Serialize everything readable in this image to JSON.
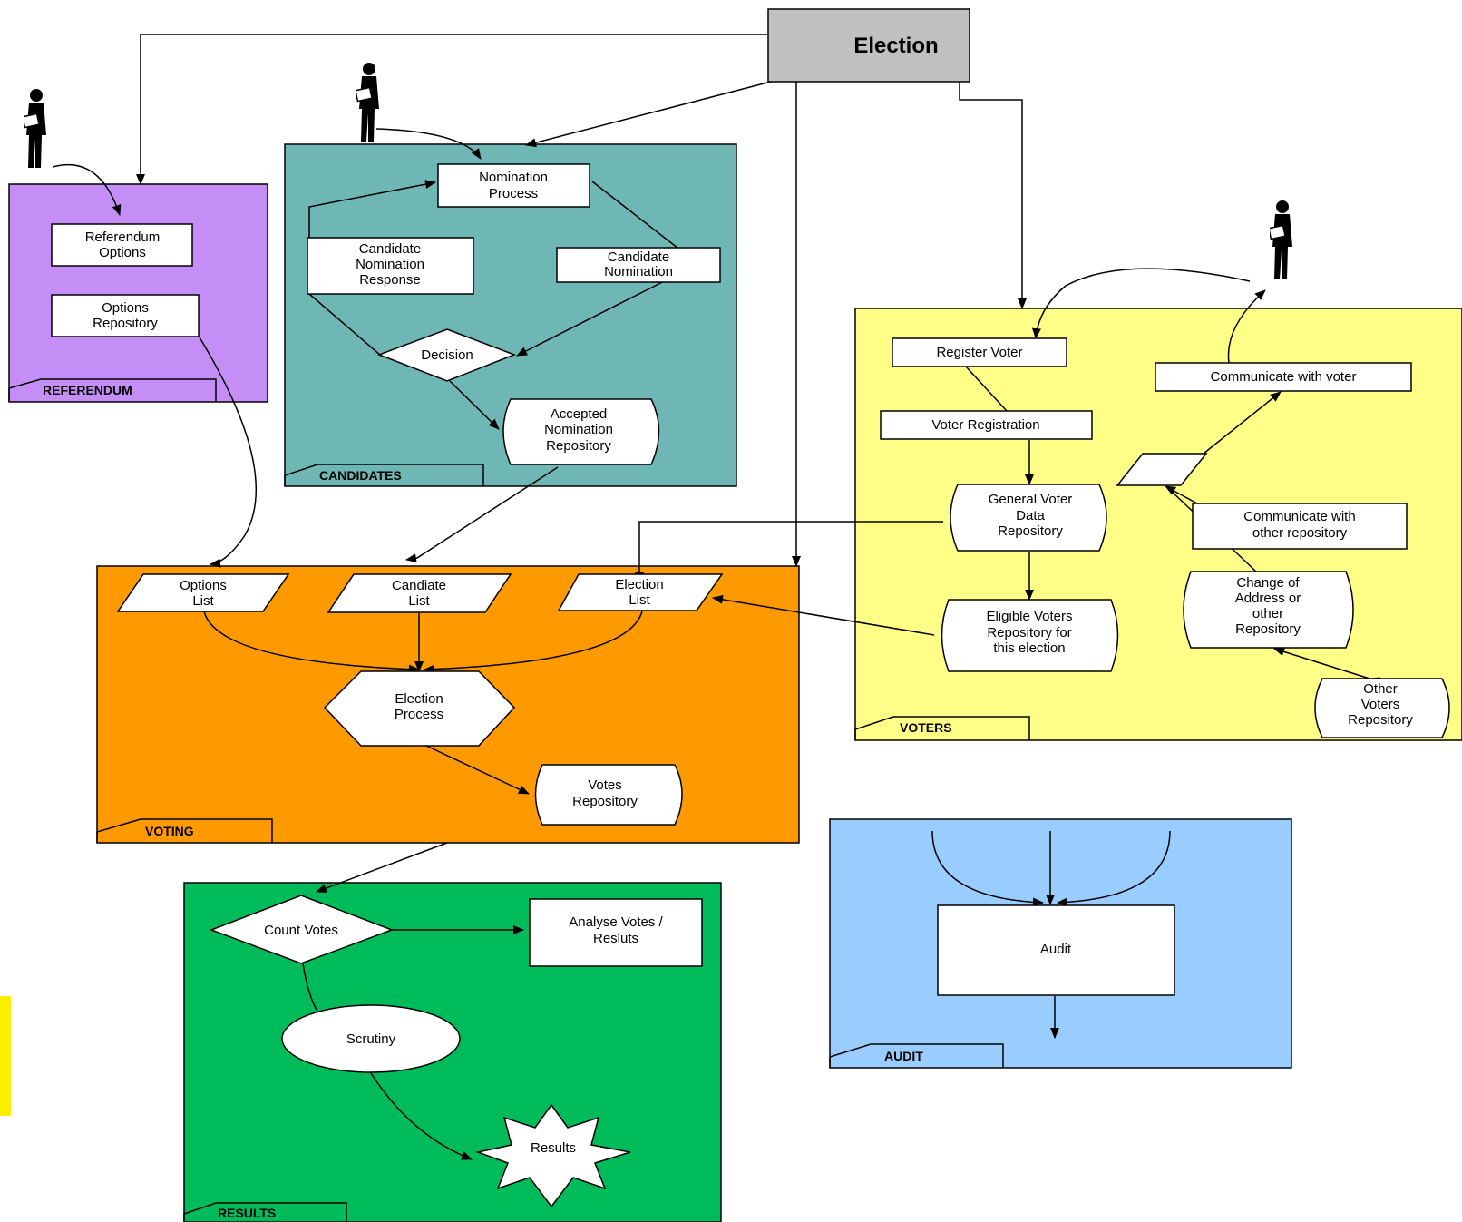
{
  "title": "Election",
  "colors": {
    "referendum": "#c58ef7",
    "candidates": "#6fb7b5",
    "voters": "#ffff88",
    "voting": "#ff9900",
    "results": "#00bb5a",
    "audit": "#99ccff",
    "election_box": "#c0c0c0",
    "side_mark": "#ffee00"
  },
  "sections": {
    "referendum": "REFERENDUM",
    "candidates": "CANDIDATES",
    "voters": "VOTERS",
    "voting": "VOTING",
    "results": "RESULTS",
    "audit": "AUDIT"
  },
  "nodes": {
    "referendum_options": [
      "Referendum",
      "Options"
    ],
    "options_repository": [
      "Options",
      "Repository"
    ],
    "nomination_process": [
      "Nomination",
      "Process"
    ],
    "candidate_nomination_response": [
      "Candidate",
      "Nomination",
      "Response"
    ],
    "candidate_nomination": [
      "Candidate",
      "Nomination"
    ],
    "decision": [
      "Decision"
    ],
    "accepted_nomination_repository": [
      "Accepted",
      "Nomination",
      "Repository"
    ],
    "register_voter": [
      "Register Voter"
    ],
    "communicate_with_voter": [
      "Communicate with voter"
    ],
    "voter_registration": [
      "Voter Registration"
    ],
    "general_voter_data_repository": [
      "General Voter",
      "Data",
      "Repository"
    ],
    "communicate_with_other_repository": [
      "Communicate with",
      "other repository"
    ],
    "eligible_voters_repository": [
      "Eligible Voters",
      "Repository for",
      "this election"
    ],
    "change_of_address_repository": [
      "Change of",
      "Address or",
      "other",
      "Repository"
    ],
    "other_voters_repository": [
      "Other",
      "Voters",
      "Repository"
    ],
    "options_list": [
      "Options",
      "List"
    ],
    "candiate_list": [
      "Candiate",
      "List"
    ],
    "election_list": [
      "Election",
      "List"
    ],
    "election_process": [
      "Election",
      "Process"
    ],
    "votes_repository": [
      "Votes",
      "Repository"
    ],
    "count_votes": [
      "Count Votes"
    ],
    "analyse_votes": [
      "Analyse Votes /",
      "Resluts"
    ],
    "scrutiny": [
      "Scrutiny"
    ],
    "results": [
      "Results"
    ],
    "audit": [
      "Audit"
    ]
  }
}
